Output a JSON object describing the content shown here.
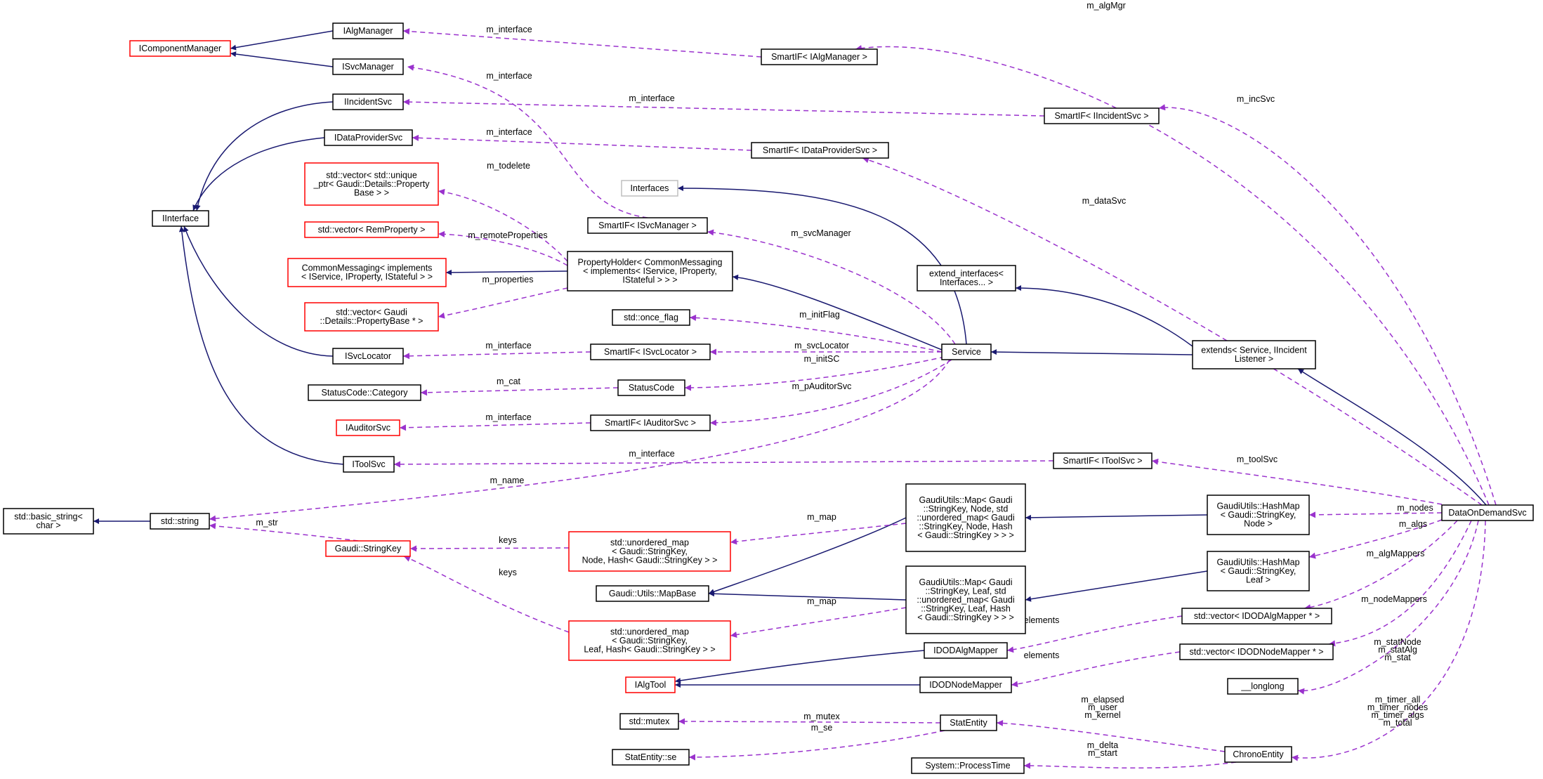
{
  "diagram": {
    "nodes": {
      "IAlgManager": {
        "lines": [
          "IAlgManager"
        ],
        "style": "black"
      },
      "IComponentManager": {
        "lines": [
          "IComponentManager"
        ],
        "style": "red"
      },
      "ISvcManager": {
        "lines": [
          "ISvcManager"
        ],
        "style": "black"
      },
      "IIncidentSvc": {
        "lines": [
          "IIncidentSvc"
        ],
        "style": "black"
      },
      "IDataProviderSvc": {
        "lines": [
          "IDataProviderSvc"
        ],
        "style": "black"
      },
      "IInterface": {
        "lines": [
          "IInterface"
        ],
        "style": "black"
      },
      "vecUniquePtr": {
        "lines": [
          "std::vector< std::unique",
          "_ptr< Gaudi::Details::Property",
          "Base > >"
        ],
        "style": "red"
      },
      "vecRemProperty": {
        "lines": [
          "std::vector< RemProperty >"
        ],
        "style": "red"
      },
      "CommonMessaging": {
        "lines": [
          "CommonMessaging< implements",
          "< IService, IProperty, IStateful > >"
        ],
        "style": "red"
      },
      "vecPropertyBase": {
        "lines": [
          "std::vector< Gaudi",
          "::Details::PropertyBase * >"
        ],
        "style": "red"
      },
      "ISvcLocator": {
        "lines": [
          "ISvcLocator"
        ],
        "style": "black"
      },
      "StatusCodeCategory": {
        "lines": [
          "StatusCode::Category"
        ],
        "style": "black"
      },
      "IAuditorSvc": {
        "lines": [
          "IAuditorSvc"
        ],
        "style": "red"
      },
      "IToolSvc": {
        "lines": [
          "IToolSvc"
        ],
        "style": "black"
      },
      "basicString": {
        "lines": [
          "std::basic_string<",
          "char >"
        ],
        "style": "black"
      },
      "stdString": {
        "lines": [
          "std::string"
        ],
        "style": "black"
      },
      "StringKey": {
        "lines": [
          "Gaudi::StringKey"
        ],
        "style": "red"
      },
      "SmartIFAlgMgr": {
        "lines": [
          "SmartIF< IAlgManager >"
        ],
        "style": "black"
      },
      "SmartIFIncSvc": {
        "lines": [
          "SmartIF< IIncidentSvc >"
        ],
        "style": "black"
      },
      "SmartIFDataProv": {
        "lines": [
          "SmartIF< IDataProviderSvc >"
        ],
        "style": "black"
      },
      "Interfaces": {
        "lines": [
          "Interfaces"
        ],
        "style": "gray"
      },
      "SmartIFSvcMgr": {
        "lines": [
          "SmartIF< ISvcManager >"
        ],
        "style": "black"
      },
      "PropertyHolder": {
        "lines": [
          "PropertyHolder< CommonMessaging",
          "< implements< IService, IProperty,",
          "IStateful > > >"
        ],
        "style": "black"
      },
      "onceFlag": {
        "lines": [
          "std::once_flag"
        ],
        "style": "black"
      },
      "SmartIFSvcLoc": {
        "lines": [
          "SmartIF< ISvcLocator >"
        ],
        "style": "black"
      },
      "StatusCode": {
        "lines": [
          "StatusCode"
        ],
        "style": "black"
      },
      "SmartIFAuditor": {
        "lines": [
          "SmartIF< IAuditorSvc >"
        ],
        "style": "black"
      },
      "SmartIFToolSvc": {
        "lines": [
          "SmartIF< IToolSvc >"
        ],
        "style": "black"
      },
      "extendInterfaces": {
        "lines": [
          "extend_interfaces<",
          "Interfaces... >"
        ],
        "style": "black"
      },
      "Service": {
        "lines": [
          "Service"
        ],
        "style": "black"
      },
      "extends": {
        "lines": [
          "extends< Service, IIncident",
          "Listener >"
        ],
        "style": "black"
      },
      "unorderedMapNode": {
        "lines": [
          "std::unordered_map",
          "< Gaudi::StringKey,",
          "Node, Hash< Gaudi::StringKey > >"
        ],
        "style": "red"
      },
      "unorderedMapLeaf": {
        "lines": [
          "std::unordered_map",
          "< Gaudi::StringKey,",
          "Leaf, Hash< Gaudi::StringKey > >"
        ],
        "style": "red"
      },
      "MapBase": {
        "lines": [
          "Gaudi::Utils::MapBase"
        ],
        "style": "black"
      },
      "MapNode": {
        "lines": [
          "GaudiUtils::Map< Gaudi",
          "::StringKey, Node, std",
          "::unordered_map< Gaudi",
          "::StringKey, Node, Hash",
          "< Gaudi::StringKey > > >"
        ],
        "style": "black"
      },
      "MapLeaf": {
        "lines": [
          "GaudiUtils::Map< Gaudi",
          "::StringKey, Leaf, std",
          "::unordered_map< Gaudi",
          "::StringKey, Leaf, Hash",
          "< Gaudi::StringKey > > >"
        ],
        "style": "black"
      },
      "HashMapNode": {
        "lines": [
          "GaudiUtils::HashMap",
          "< Gaudi::StringKey,",
          "Node >"
        ],
        "style": "black"
      },
      "HashMapLeaf": {
        "lines": [
          "GaudiUtils::HashMap",
          "< Gaudi::StringKey,",
          "Leaf >"
        ],
        "style": "black"
      },
      "IAlgTool": {
        "lines": [
          "IAlgTool"
        ],
        "style": "red"
      },
      "IODOAlgMapper": {
        "lines": [
          "IDODAlgMapper"
        ],
        "style": "black"
      },
      "IODONodeMapper": {
        "lines": [
          "IDODNodeMapper"
        ],
        "style": "black"
      },
      "vecAlgMapper": {
        "lines": [
          "std::vector< IDODAlgMapper * >"
        ],
        "style": "black"
      },
      "vecNodeMapper": {
        "lines": [
          "std::vector< IDODNodeMapper * >"
        ],
        "style": "black"
      },
      "longlong": {
        "lines": [
          "__longlong"
        ],
        "style": "black"
      },
      "stdMutex": {
        "lines": [
          "std::mutex"
        ],
        "style": "black"
      },
      "StatEntitySe": {
        "lines": [
          "StatEntity::se"
        ],
        "style": "black"
      },
      "StatEntity": {
        "lines": [
          "StatEntity"
        ],
        "style": "black"
      },
      "ProcessTime": {
        "lines": [
          "System::ProcessTime"
        ],
        "style": "black"
      },
      "ChronoEntity": {
        "lines": [
          "ChronoEntity"
        ],
        "style": "black"
      },
      "DataOnDemandSvc": {
        "lines": [
          "DataOnDemandSvc"
        ],
        "style": "gray-fill"
      }
    },
    "edge_labels": {
      "algMgrIface": [
        "m_interface"
      ],
      "svcMgrIface": [
        "m_interface"
      ],
      "incIface": [
        "m_interface"
      ],
      "dataIface": [
        "m_interface"
      ],
      "todelete": [
        "m_todelete"
      ],
      "remoteProps": [
        "m_remoteProperties"
      ],
      "properties": [
        "m_properties"
      ],
      "svcLocIface": [
        "m_interface"
      ],
      "cat": [
        "m_cat"
      ],
      "auditorIface": [
        "m_interface"
      ],
      "toolIface": [
        "m_interface"
      ],
      "mName": [
        "m_name"
      ],
      "mStr": [
        "m_str"
      ],
      "keysNode": [
        "keys"
      ],
      "keysLeaf": [
        "keys"
      ],
      "svcManager": [
        "m_svcManager"
      ],
      "initFlag": [
        "m_initFlag"
      ],
      "svcLocator": [
        "m_svcLocator"
      ],
      "initSC": [
        "m_initSC"
      ],
      "pAuditorSvc": [
        "m_pAuditorSvc"
      ],
      "mapNode": [
        "m_map"
      ],
      "mapLeaf": [
        "m_map"
      ],
      "algMgr": [
        "m_algMgr"
      ],
      "incSvc": [
        "m_incSvc"
      ],
      "dataSvc": [
        "m_dataSvc"
      ],
      "toolSvc": [
        "m_toolSvc"
      ],
      "nodes": [
        "m_nodes"
      ],
      "algs": [
        "m_algs"
      ],
      "algMappers": [
        "m_algMappers"
      ],
      "nodeMappers": [
        "m_nodeMappers"
      ],
      "elementsAlg": [
        "elements"
      ],
      "elementsNode": [
        "elements"
      ],
      "stats": [
        "m_statNode",
        "m_statAlg",
        "m_stat"
      ],
      "timers": [
        "m_timer_all",
        "m_timer_nodes",
        "m_timer_algs",
        "m_total"
      ],
      "mutex": [
        "m_mutex"
      ],
      "se": [
        "m_se"
      ],
      "elapsed": [
        "m_elapsed",
        "m_user",
        "m_kernel"
      ],
      "delta": [
        "m_delta",
        "m_start"
      ]
    },
    "colors": {
      "inheritance": "#191970",
      "usage": "#9a32cd",
      "red_border": "#ff0000",
      "gray_border": "#bfbfbf",
      "focus_fill": "#bfbfbf"
    }
  }
}
